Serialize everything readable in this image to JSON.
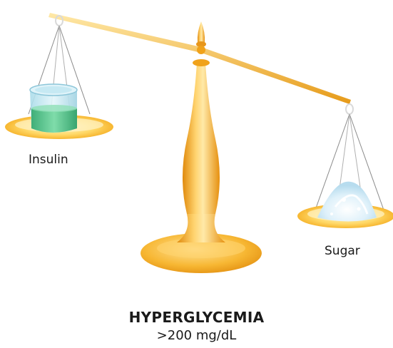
{
  "labels": {
    "left_pan": "Insulin",
    "right_pan": "Sugar"
  },
  "caption": {
    "title": "HYPERGLYCEMIA",
    "subtitle": ">200 mg/dL"
  },
  "colors": {
    "gold_light": "#ffe08a",
    "gold_mid": "#f7b733",
    "gold_dark": "#e08a0c",
    "beaker_glass": "#bfe6f2",
    "beaker_liquid": "#4cc28a",
    "sugar": "#d9eef8",
    "string": "#8a8a8a"
  }
}
